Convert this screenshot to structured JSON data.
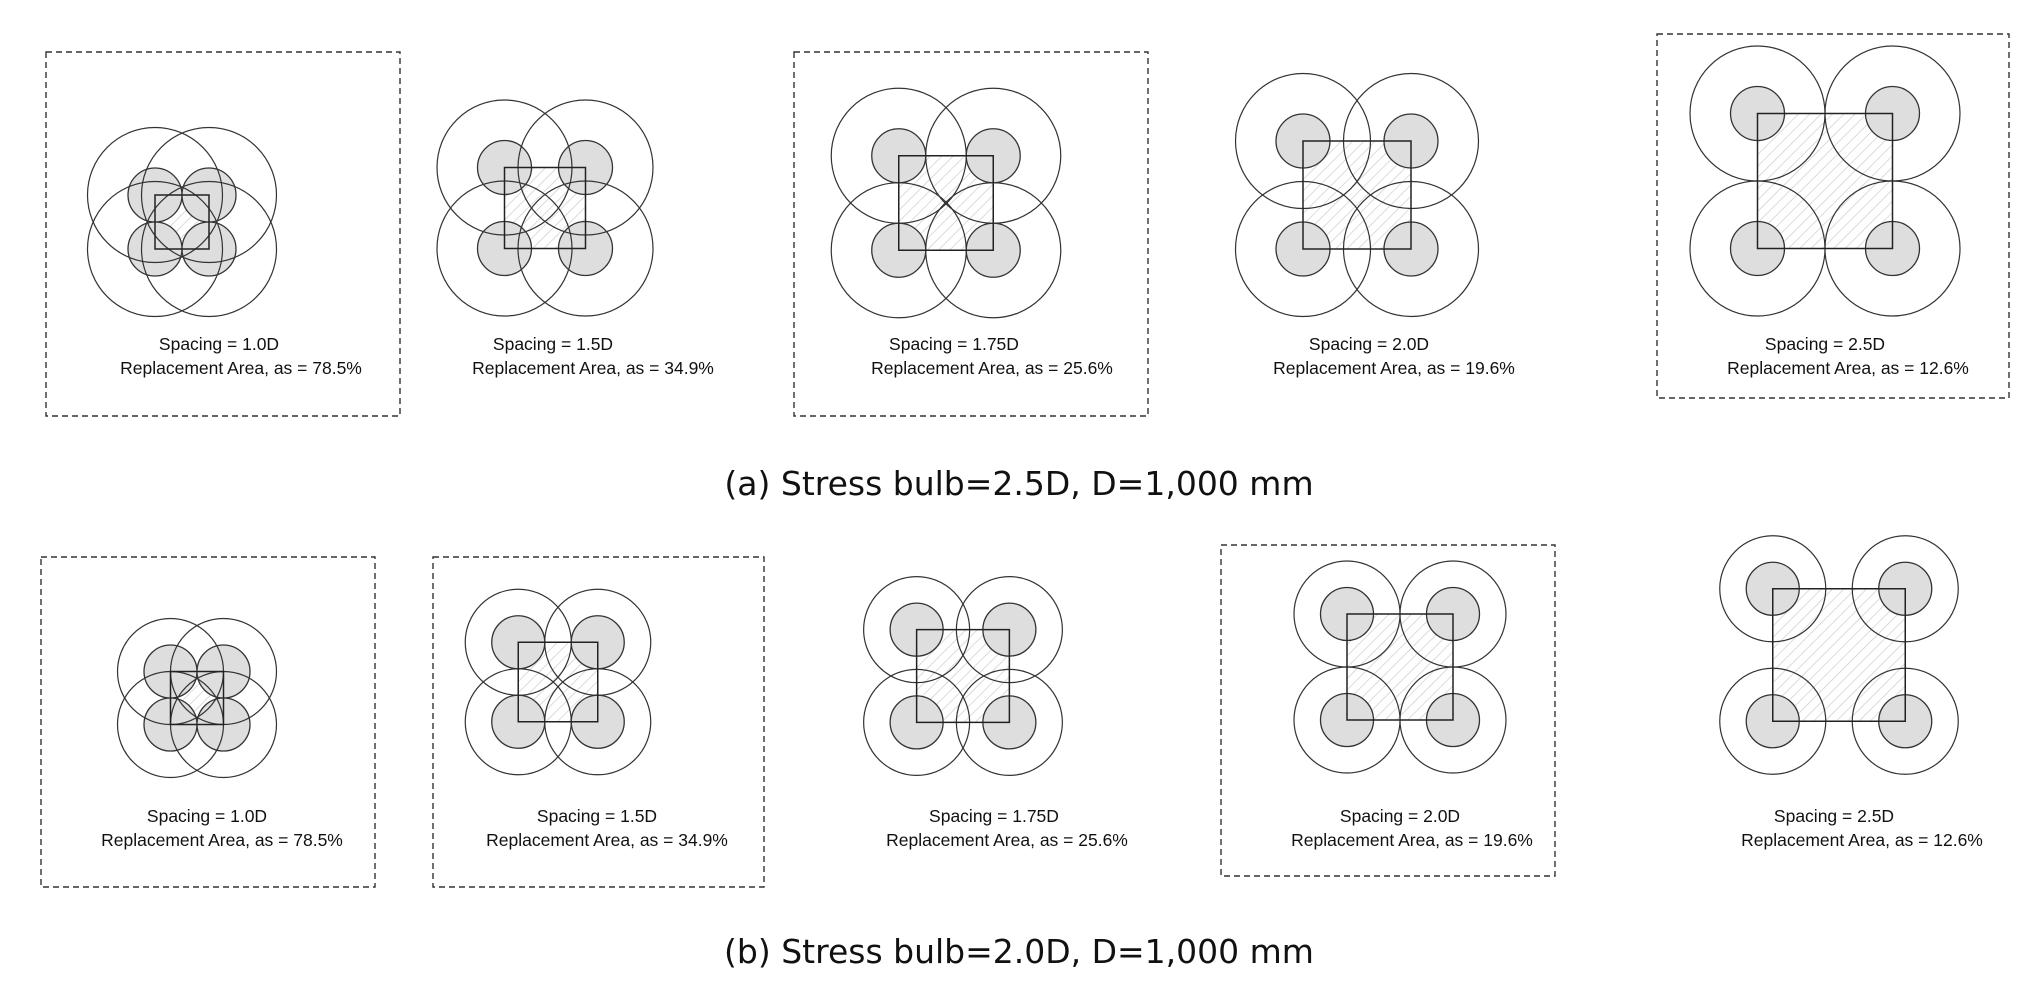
{
  "rows": [
    {
      "caption": "(a)  Stress  bulb=2.5D,  D=1,000 mm",
      "panels": [
        {
          "spacing_label": "Spacing = 1.0D",
          "area_label": "Replacement Area, as = 78.5%",
          "spacing_d": 1.0,
          "bulb_d": 2.5,
          "boxed": true
        },
        {
          "spacing_label": "Spacing = 1.5D",
          "area_label": "Replacement Area, as = 34.9%",
          "spacing_d": 1.5,
          "bulb_d": 2.5,
          "boxed": false
        },
        {
          "spacing_label": "Spacing = 1.75D",
          "area_label": "Replacement Area, as = 25.6%",
          "spacing_d": 1.75,
          "bulb_d": 2.5,
          "boxed": true
        },
        {
          "spacing_label": "Spacing = 2.0D",
          "area_label": "Replacement Area, as = 19.6%",
          "spacing_d": 2.0,
          "bulb_d": 2.5,
          "boxed": false
        },
        {
          "spacing_label": "Spacing = 2.5D",
          "area_label": "Replacement Area, as = 12.6%",
          "spacing_d": 2.5,
          "bulb_d": 2.5,
          "boxed": true
        }
      ]
    },
    {
      "caption": "(b)  Stress  bulb=2.0D,  D=1,000 mm",
      "panels": [
        {
          "spacing_label": "Spacing = 1.0D",
          "area_label": "Replacement Area, as = 78.5%",
          "spacing_d": 1.0,
          "bulb_d": 2.0,
          "boxed": true
        },
        {
          "spacing_label": "Spacing = 1.5D",
          "area_label": "Replacement Area, as = 34.9%",
          "spacing_d": 1.5,
          "bulb_d": 2.0,
          "boxed": true
        },
        {
          "spacing_label": "Spacing = 1.75D",
          "area_label": "Replacement Area, as = 25.6%",
          "spacing_d": 1.75,
          "bulb_d": 2.0,
          "boxed": false
        },
        {
          "spacing_label": "Spacing = 2.0D",
          "area_label": "Replacement Area, as = 19.6%",
          "spacing_d": 2.0,
          "bulb_d": 2.0,
          "boxed": true
        },
        {
          "spacing_label": "Spacing = 2.5D",
          "area_label": "Replacement Area, as = 12.6%",
          "spacing_d": 2.5,
          "bulb_d": 2.0,
          "boxed": false
        }
      ]
    }
  ]
}
